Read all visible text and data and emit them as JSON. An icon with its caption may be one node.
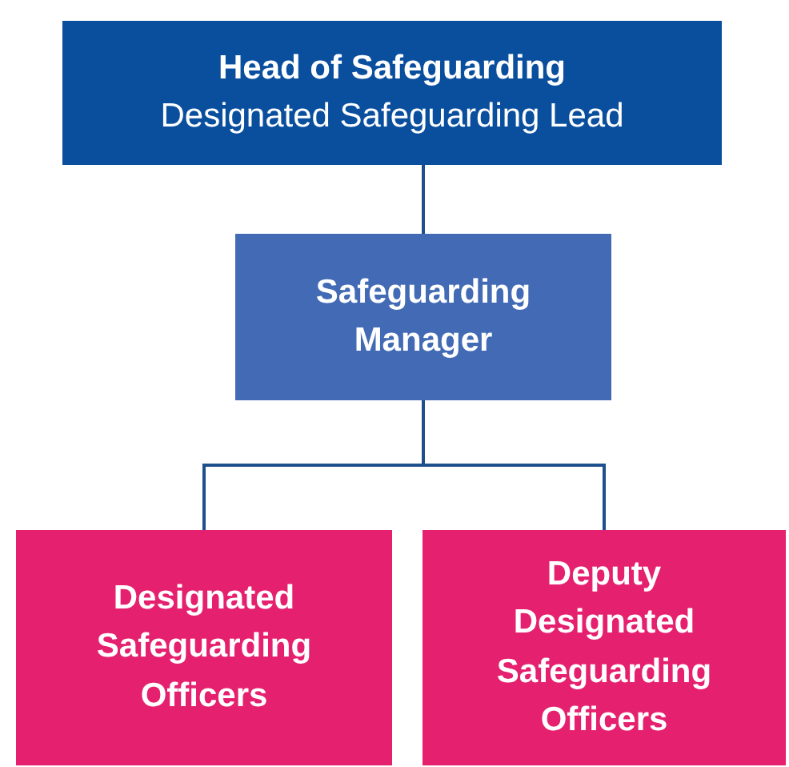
{
  "diagram": {
    "nodes": [
      {
        "text": [
          "Head of Safeguarding",
          "Designated Safeguarding Lead"
        ]
      },
      {
        "text": [
          "Safeguarding Manager"
        ]
      },
      {
        "text": [
          "Designated Safeguarding Officers"
        ]
      },
      {
        "text": [
          "Deputy Designated Safeguarding Officers"
        ]
      }
    ],
    "edges": [
      {
        "from": 0,
        "to": 1,
        "arrow": "none"
      },
      {
        "from": 1,
        "to": 2,
        "arrow": "none"
      },
      {
        "from": 1,
        "to": 3,
        "arrow": "none"
      }
    ]
  }
}
